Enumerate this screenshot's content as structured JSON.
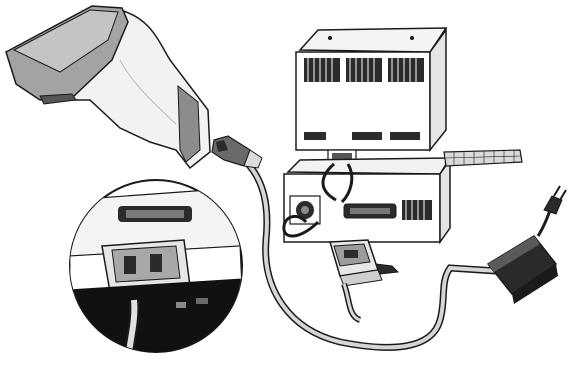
{
  "figure": {
    "kind": "installation-illustration",
    "parts": [
      "barcode-scanner",
      "scanner-cable",
      "computer-terminal",
      "keyboard",
      "db25-connector",
      "power-adapter",
      "power-plug"
    ],
    "colors": {
      "line": "#1a1a1a",
      "scanner_head": "#9a9a9a",
      "scanner_body": "#f2f2f2",
      "cable": "#cfcfcf",
      "vent": "#2b2b2b",
      "adapter": "#2a2a2a",
      "background": "#ffffff"
    }
  }
}
